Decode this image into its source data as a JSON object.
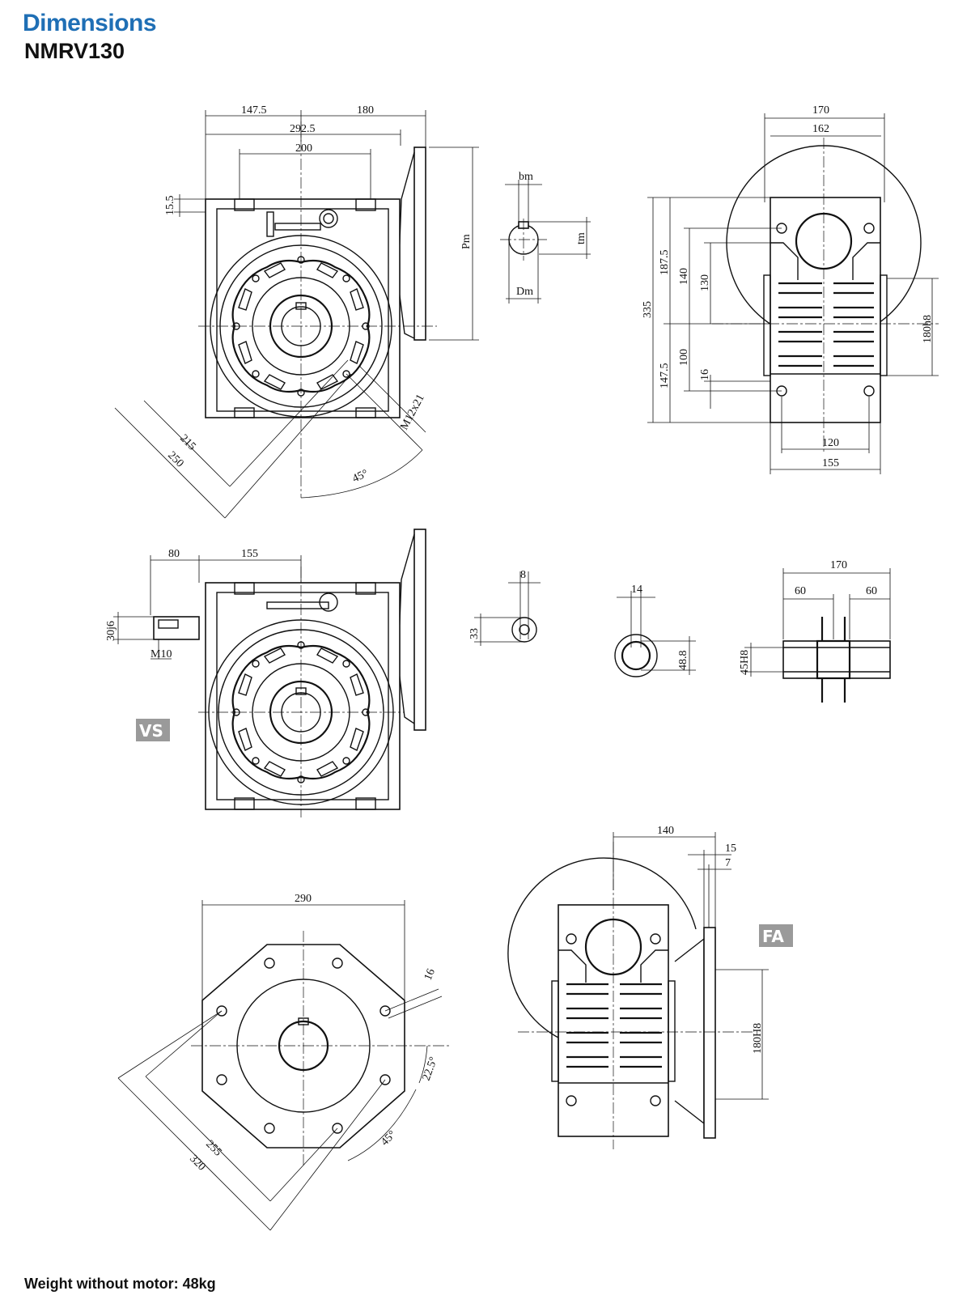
{
  "header": {
    "title": "Dimensions",
    "model": "NMRV130"
  },
  "footer": {
    "weight": "Weight without motor: 48kg"
  },
  "colors": {
    "title_blue": "#1f6fb5",
    "text": "#111111",
    "badge_grey": "#9a9a9a"
  },
  "badges": {
    "vs": "VS",
    "fa": "FA"
  },
  "front_view": {
    "dims": [
      "147.5",
      "180",
      "292.5",
      "200",
      "15.5",
      "Pm",
      "215",
      "250",
      "M12x21",
      "45°"
    ]
  },
  "key_detail": {
    "bm": "bm",
    "tm": "tm",
    "dm": "Dm"
  },
  "side_view": {
    "dims": [
      "170",
      "162",
      "335",
      "187.5",
      "147.5",
      "140",
      "100",
      "130",
      "16",
      "180h8",
      "120",
      "155"
    ]
  },
  "vs_view": {
    "dims": [
      "80",
      "155",
      "30j6",
      "M10"
    ]
  },
  "shaft_detail_small": {
    "dims": [
      "8",
      "33"
    ]
  },
  "shaft_detail_hollow": {
    "dims": [
      "14",
      "48.8"
    ]
  },
  "hollow_section": {
    "dims": [
      "170",
      "60",
      "60",
      "45H8"
    ]
  },
  "flange_view": {
    "dims": [
      "290",
      "16",
      "22.5°",
      "45°",
      "255",
      "320"
    ]
  },
  "fa_view": {
    "dims": [
      "140",
      "15",
      "7",
      "180H8"
    ]
  }
}
